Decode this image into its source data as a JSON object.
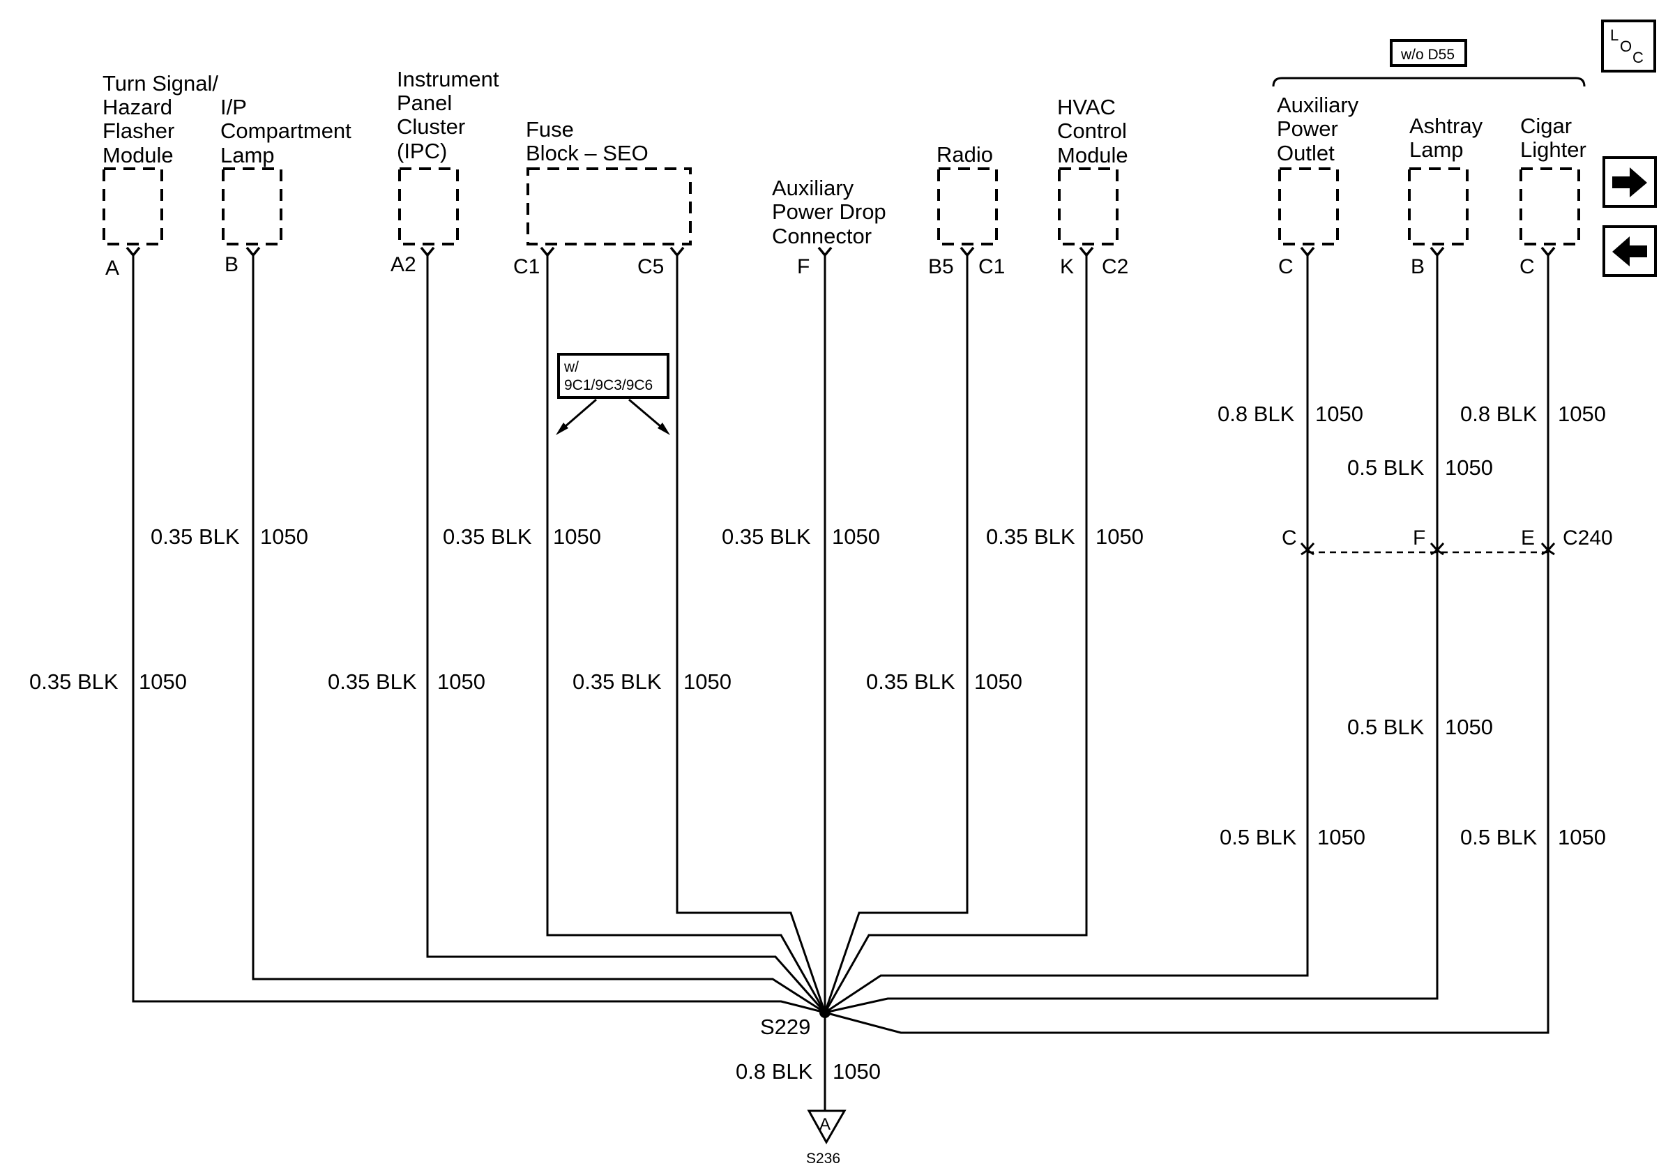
{
  "components": {
    "turn_signal": [
      "Turn Signal/",
      "Hazard",
      "Flasher",
      "Module"
    ],
    "ip_lamp": [
      "I/P",
      "Compartment",
      "Lamp"
    ],
    "ipc": [
      "Instrument",
      "Panel",
      "Cluster",
      "(IPC)"
    ],
    "fuse_block": [
      "Fuse",
      "Block – SEO"
    ],
    "aux_drop": [
      "Auxiliary",
      "Power Drop",
      "Connector"
    ],
    "radio": [
      "Radio"
    ],
    "hvac": [
      "HVAC",
      "Control",
      "Module"
    ],
    "aux_outlet": [
      "Auxiliary",
      "Power",
      "Outlet"
    ],
    "ashtray": [
      "Ashtray",
      "Lamp"
    ],
    "cigar": [
      "Cigar",
      "Lighter"
    ]
  },
  "pins": {
    "turn_signal": "A",
    "ip_lamp": "B",
    "ipc": "A2",
    "fuse_c1": "C1",
    "fuse_c5": "C5",
    "aux_drop": "F",
    "radio_pin": "B5",
    "radio_conn": "C1",
    "hvac_pin": "K",
    "hvac_conn": "C2",
    "aux_outlet": "C",
    "ashtray": "B",
    "cigar": "C",
    "c240_aux": "C",
    "c240_ash": "F",
    "c240_cig": "E",
    "c240_name": "C240"
  },
  "wires": {
    "size_035": "0.35 BLK",
    "size_08": "0.8 BLK",
    "size_05": "0.5 BLK",
    "circuit": "1050"
  },
  "options": {
    "wo_d55": "w/o D55",
    "w_9c_line1": "w/",
    "w_9c_line2": "9C1/9C3/9C6"
  },
  "splice": "S229",
  "ground": {
    "letter": "A",
    "name": "S236"
  },
  "loc_icon": {
    "l": "L",
    "o": "O",
    "c": "C"
  },
  "nav": {
    "next": "next-page-arrow",
    "prev": "previous-page-arrow"
  }
}
